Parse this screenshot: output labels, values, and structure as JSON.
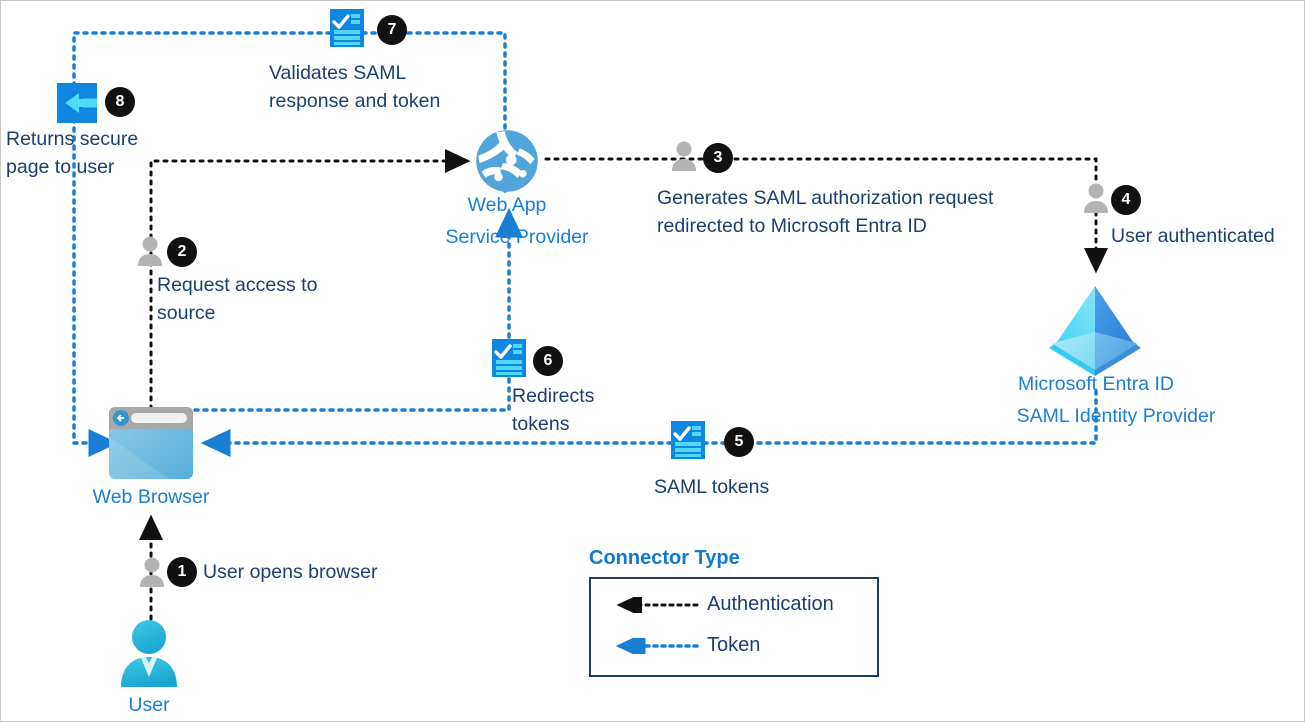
{
  "diagram": {
    "title": "SAML single sign-on flow with Microsoft Entra ID",
    "colors": {
      "blue_connector": "#1a7fd4",
      "black_connector": "#111111",
      "label_text": "#1c3f72",
      "node_text": "#1a7fd4",
      "legend_title": "#0f7ad4",
      "legend_border": "#1f3c66",
      "icon_blue": "#0f86e0",
      "icon_cyan": "#33d1f5",
      "person_gray": "#b3b3b3"
    }
  },
  "nodes": [
    {
      "id": "web-app",
      "line1": "Web App",
      "line2": "Service Provider",
      "icon": "globe-network-icon"
    },
    {
      "id": "entra-id",
      "line1": "Microsoft Entra ID",
      "line2": "SAML Identity Provider",
      "icon": "entra-id-diamond-icon"
    },
    {
      "id": "web-browser",
      "line1": "Web Browser",
      "line2": "",
      "icon": "browser-window-icon"
    },
    {
      "id": "user",
      "line1": "User",
      "line2": "",
      "icon": "user-avatar-icon"
    }
  ],
  "steps": [
    {
      "number": "1",
      "label": "User opens browser",
      "icon": "person-icon"
    },
    {
      "number": "2",
      "label": "Request access to\nsource",
      "icon": "person-icon"
    },
    {
      "number": "3",
      "label": "Generates SAML authorization request\nredirected to Microsoft Entra ID",
      "icon": "person-icon"
    },
    {
      "number": "4",
      "label": "User authenticated",
      "icon": "person-icon"
    },
    {
      "number": "5",
      "label": "SAML tokens",
      "icon": "token-list-icon"
    },
    {
      "number": "6",
      "label": "Redirects\ntokens",
      "icon": "token-list-icon"
    },
    {
      "number": "7",
      "label": "Validates SAML\nresponse and token",
      "icon": "token-list-icon"
    },
    {
      "number": "8",
      "label": "Returns secure\npage to user",
      "icon": "arrow-left-square-icon"
    }
  ],
  "step_labels": {
    "s1": "User opens browser",
    "s2_l1": "Request access to",
    "s2_l2": "source",
    "s3_l1": "Generates SAML authorization request",
    "s3_l2": "redirected to Microsoft Entra ID",
    "s4": "User authenticated",
    "s5": "SAML tokens",
    "s6_l1": "Redirects",
    "s6_l2": "tokens",
    "s7_l1": "Validates SAML",
    "s7_l2": "response and token",
    "s8_l1": "Returns secure",
    "s8_l2": "page to user"
  },
  "numbers": {
    "n1": "1",
    "n2": "2",
    "n3": "3",
    "n4": "4",
    "n5": "5",
    "n6": "6",
    "n7": "7",
    "n8": "8"
  },
  "node_labels": {
    "webapp_l1": "Web App",
    "webapp_l2": "Service Provider",
    "entra_l1": "Microsoft Entra ID",
    "entra_l2": "SAML Identity Provider",
    "browser": "Web Browser",
    "user": "User"
  },
  "legend": {
    "title": "Connector Type",
    "items": [
      {
        "label": "Authentication",
        "color": "#111111",
        "style": "dotted-arrow-left"
      },
      {
        "label": "Token",
        "color": "#1a7fd4",
        "style": "dotted-arrow-left"
      }
    ],
    "item1_label": "Authentication",
    "item2_label": "Token"
  }
}
